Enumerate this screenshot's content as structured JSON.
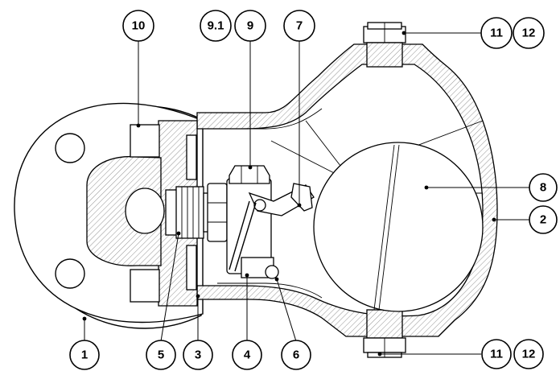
{
  "callouts": [
    {
      "id": "1",
      "label": "1"
    },
    {
      "id": "2",
      "label": "2"
    },
    {
      "id": "3",
      "label": "3"
    },
    {
      "id": "4",
      "label": "4"
    },
    {
      "id": "5",
      "label": "5"
    },
    {
      "id": "6",
      "label": "6"
    },
    {
      "id": "7",
      "label": "7"
    },
    {
      "id": "8",
      "label": "8"
    },
    {
      "id": "9",
      "label": "9"
    },
    {
      "id": "9_1",
      "label": "9.1"
    },
    {
      "id": "10",
      "label": "10"
    },
    {
      "id": "11_top",
      "label": "11"
    },
    {
      "id": "12_top",
      "label": "12"
    },
    {
      "id": "11_bottom",
      "label": "11"
    },
    {
      "id": "12_bottom",
      "label": "12"
    }
  ]
}
